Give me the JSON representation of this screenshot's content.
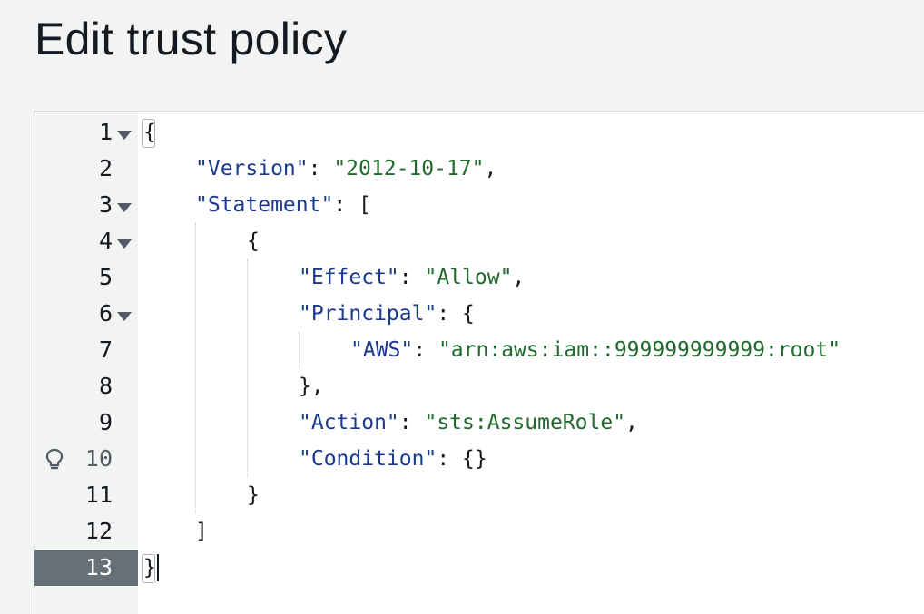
{
  "page": {
    "title": "Edit trust policy"
  },
  "editor": {
    "lines": [
      {
        "num": "1",
        "fold": true,
        "bulb": false,
        "active": false,
        "indent": 0,
        "tokens": [
          {
            "t": "punct",
            "v": "{"
          }
        ]
      },
      {
        "num": "2",
        "fold": false,
        "bulb": false,
        "active": false,
        "indent": 1,
        "tokens": [
          {
            "t": "key",
            "v": "\"Version\""
          },
          {
            "t": "punct",
            "v": ": "
          },
          {
            "t": "str",
            "v": "\"2012-10-17\""
          },
          {
            "t": "punct",
            "v": ","
          }
        ]
      },
      {
        "num": "3",
        "fold": true,
        "bulb": false,
        "active": false,
        "indent": 1,
        "tokens": [
          {
            "t": "key",
            "v": "\"Statement\""
          },
          {
            "t": "punct",
            "v": ": ["
          }
        ]
      },
      {
        "num": "4",
        "fold": true,
        "bulb": false,
        "active": false,
        "indent": 2,
        "tokens": [
          {
            "t": "punct",
            "v": "{"
          }
        ]
      },
      {
        "num": "5",
        "fold": false,
        "bulb": false,
        "active": false,
        "indent": 3,
        "tokens": [
          {
            "t": "key",
            "v": "\"Effect\""
          },
          {
            "t": "punct",
            "v": ": "
          },
          {
            "t": "str",
            "v": "\"Allow\""
          },
          {
            "t": "punct",
            "v": ","
          }
        ]
      },
      {
        "num": "6",
        "fold": true,
        "bulb": false,
        "active": false,
        "indent": 3,
        "tokens": [
          {
            "t": "key",
            "v": "\"Principal\""
          },
          {
            "t": "punct",
            "v": ": {"
          }
        ]
      },
      {
        "num": "7",
        "fold": false,
        "bulb": false,
        "active": false,
        "indent": 4,
        "tokens": [
          {
            "t": "key",
            "v": "\"AWS\""
          },
          {
            "t": "punct",
            "v": ": "
          },
          {
            "t": "str",
            "v": "\"arn:aws:iam::999999999999:root\""
          }
        ]
      },
      {
        "num": "8",
        "fold": false,
        "bulb": false,
        "active": false,
        "indent": 3,
        "tokens": [
          {
            "t": "punct",
            "v": "},"
          }
        ]
      },
      {
        "num": "9",
        "fold": false,
        "bulb": false,
        "active": false,
        "indent": 3,
        "tokens": [
          {
            "t": "key",
            "v": "\"Action\""
          },
          {
            "t": "punct",
            "v": ": "
          },
          {
            "t": "str",
            "v": "\"sts:AssumeRole\""
          },
          {
            "t": "punct",
            "v": ","
          }
        ]
      },
      {
        "num": "10",
        "fold": false,
        "bulb": true,
        "active": false,
        "indent": 3,
        "tokens": [
          {
            "t": "key",
            "v": "\"Condition\""
          },
          {
            "t": "punct",
            "v": ": {}"
          }
        ]
      },
      {
        "num": "11",
        "fold": false,
        "bulb": false,
        "active": false,
        "indent": 2,
        "tokens": [
          {
            "t": "punct",
            "v": "}"
          }
        ]
      },
      {
        "num": "12",
        "fold": false,
        "bulb": false,
        "active": false,
        "indent": 1,
        "tokens": [
          {
            "t": "punct",
            "v": "]"
          }
        ]
      },
      {
        "num": "13",
        "fold": false,
        "bulb": false,
        "active": true,
        "indent": 0,
        "tokens": [
          {
            "t": "punct",
            "v": "}"
          }
        ]
      }
    ]
  },
  "icons": {
    "fold": "fold-arrow-icon",
    "bulb": "lightbulb-icon"
  },
  "colors": {
    "key": "#1b3a8c",
    "string": "#21692d",
    "active_gutter": "#687078",
    "background": "#f2f3f3"
  }
}
